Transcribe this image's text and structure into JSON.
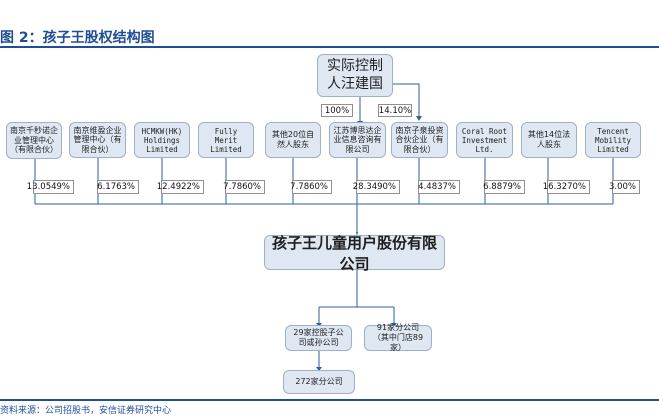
{
  "title": "图 2：孩子王股权结构图",
  "controller": {
    "line1": "实际控制",
    "line2": "人汪建国"
  },
  "top_links": [
    {
      "label": "100%"
    },
    {
      "label": "14.10%"
    }
  ],
  "shareholders": [
    {
      "name": "南京千秒诺企业管理中心（有限合伙）",
      "pct": "13.0549%"
    },
    {
      "name": "南京维盈企业管理中心（有限合伙）",
      "pct": "6.1763%"
    },
    {
      "name": "HCMKW(HK) Holdings Limited",
      "pct": "12.4922%"
    },
    {
      "name": "Fully Merit Limited",
      "pct": "7.7860%"
    },
    {
      "name": "其他20位自然人股东",
      "pct": "7.7860%"
    },
    {
      "name": "江苏博思达企业信息咨询有限公司",
      "pct": "28.3490%"
    },
    {
      "name": "南京子泉投资合伙企业（有限合伙）",
      "pct": "4.4837%"
    },
    {
      "name": "Coral Root Investment Ltd.",
      "pct": "6.8879%"
    },
    {
      "name": "其他14位法人股东",
      "pct": "16.3270%"
    },
    {
      "name": "Tencent Mobility Limited",
      "pct": "3.00%"
    }
  ],
  "company": "孩子王儿童用户股份有限公司",
  "subsidiaries": {
    "holding": "29家控股子公司或孙公司",
    "branches": "91家分公司（其中门店89家）",
    "sub_branches": "272家分公司"
  },
  "footer": "资料来源：公司招股书，安信证券研究中心",
  "colors": {
    "box_fill": "#dfe7f2",
    "box_border": "#9fb1c6",
    "title": "#1f4e96",
    "connector": "#2f5f9e"
  }
}
